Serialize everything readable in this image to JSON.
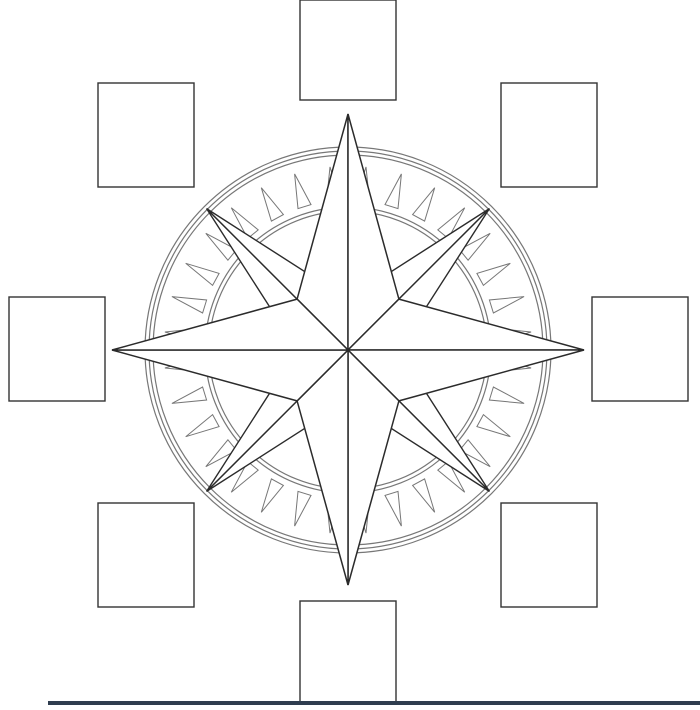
{
  "diagram": {
    "kind": "compass-rose-worksheet",
    "direction_boxes": [
      {
        "slot": "north",
        "label": ""
      },
      {
        "slot": "northeast",
        "label": ""
      },
      {
        "slot": "east",
        "label": ""
      },
      {
        "slot": "southeast",
        "label": ""
      },
      {
        "slot": "south",
        "label": ""
      },
      {
        "slot": "southwest",
        "label": ""
      },
      {
        "slot": "west",
        "label": ""
      },
      {
        "slot": "northwest",
        "label": ""
      }
    ],
    "rose": {
      "cardinal_points": 4,
      "intercardinal_points": 4,
      "ring_teeth": 32,
      "colors": {
        "stroke": "#2b2b2b",
        "fill": "#ffffff",
        "ring_stroke": "#777777"
      }
    }
  }
}
